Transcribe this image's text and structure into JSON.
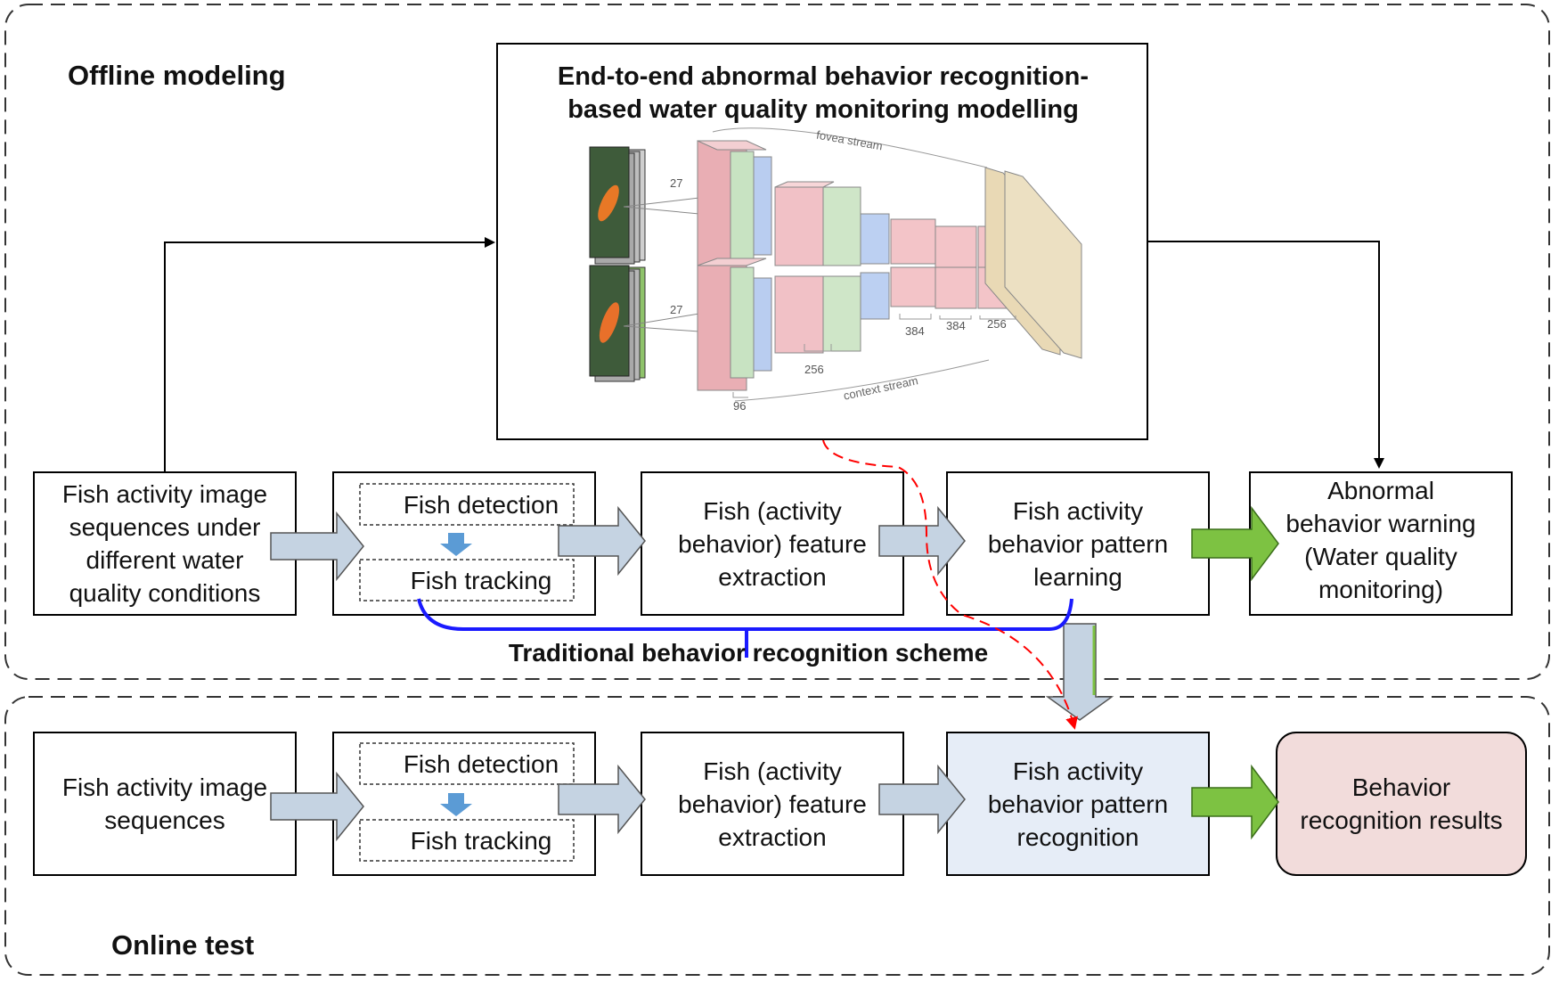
{
  "sections": {
    "offline_title": "Offline modeling",
    "online_title": "Online test"
  },
  "model_panel": {
    "title_line1": "End-to-end abnormal behavior recognition-",
    "title_line2": "based water quality monitoring modelling",
    "fovea_label": "fovea stream",
    "context_label": "context stream",
    "dim_top": "27",
    "dim_bottom": "27",
    "dim_96": "96",
    "dim_256": "256",
    "dim_384a": "384",
    "dim_384b": "384",
    "dim_256b": "256"
  },
  "offline_row": {
    "input": "Fish activity image\nsequences under\ndifferent water\nquality conditions",
    "detection": "Fish detection",
    "tracking": "Fish tracking",
    "feature": "Fish (activity\nbehavior) feature\nextraction",
    "pattern": "Fish activity\nbehavior pattern\nlearning",
    "warning": "Abnormal\nbehavior warning\n(Water quality\nmonitoring)"
  },
  "traditional_label": "Traditional behavior recognition scheme",
  "online_row": {
    "input": "Fish activity image\nsequences",
    "detection": "Fish detection",
    "tracking": "Fish tracking",
    "feature": "Fish (activity\nbehavior) feature\nextraction",
    "pattern": "Fish activity\nbehavior pattern\nrecognition",
    "results": "Behavior\nrecognition results"
  },
  "colors": {
    "block_arrow": "#c5d3e2",
    "green_arrow": "#7dc242",
    "brace": "#1a1aff",
    "dashed_red": "#ff0000",
    "pattern_fill": "#e6edf7",
    "results_fill": "#f2dcdb"
  }
}
